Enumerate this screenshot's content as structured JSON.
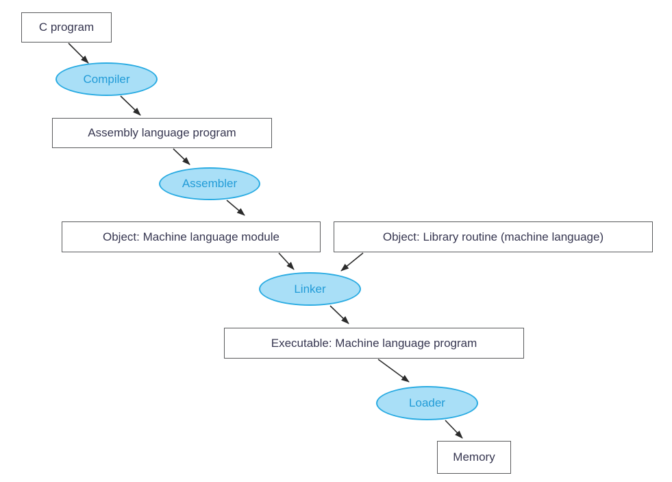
{
  "figure": {
    "background": "#ffffff",
    "box_border_color": "#58595b",
    "box_text_color": "#363650",
    "ellipse_fill": "#a9dff7",
    "ellipse_stroke": "#29abe2",
    "ellipse_text_color": "#219bd7",
    "arrow_color": "#2b2b2b"
  },
  "nodes": [
    {
      "id": "c-program",
      "type": "box",
      "label": "C program"
    },
    {
      "id": "compiler",
      "type": "ellipse",
      "label": "Compiler"
    },
    {
      "id": "assembly",
      "type": "box",
      "label": "Assembly language program"
    },
    {
      "id": "assembler",
      "type": "ellipse",
      "label": "Assembler"
    },
    {
      "id": "object-module",
      "type": "box",
      "label": "Object: Machine language module"
    },
    {
      "id": "object-library",
      "type": "box",
      "label": "Object: Library routine (machine language)"
    },
    {
      "id": "linker",
      "type": "ellipse",
      "label": "Linker"
    },
    {
      "id": "executable",
      "type": "box",
      "label": "Executable: Machine language program"
    },
    {
      "id": "loader",
      "type": "ellipse",
      "label": "Loader"
    },
    {
      "id": "memory",
      "type": "box",
      "label": "Memory"
    }
  ],
  "edges": [
    {
      "from": "c-program",
      "to": "compiler"
    },
    {
      "from": "compiler",
      "to": "assembly"
    },
    {
      "from": "assembly",
      "to": "assembler"
    },
    {
      "from": "assembler",
      "to": "object-module"
    },
    {
      "from": "object-module",
      "to": "linker"
    },
    {
      "from": "object-library",
      "to": "linker"
    },
    {
      "from": "linker",
      "to": "executable"
    },
    {
      "from": "executable",
      "to": "loader"
    },
    {
      "from": "loader",
      "to": "memory"
    }
  ]
}
